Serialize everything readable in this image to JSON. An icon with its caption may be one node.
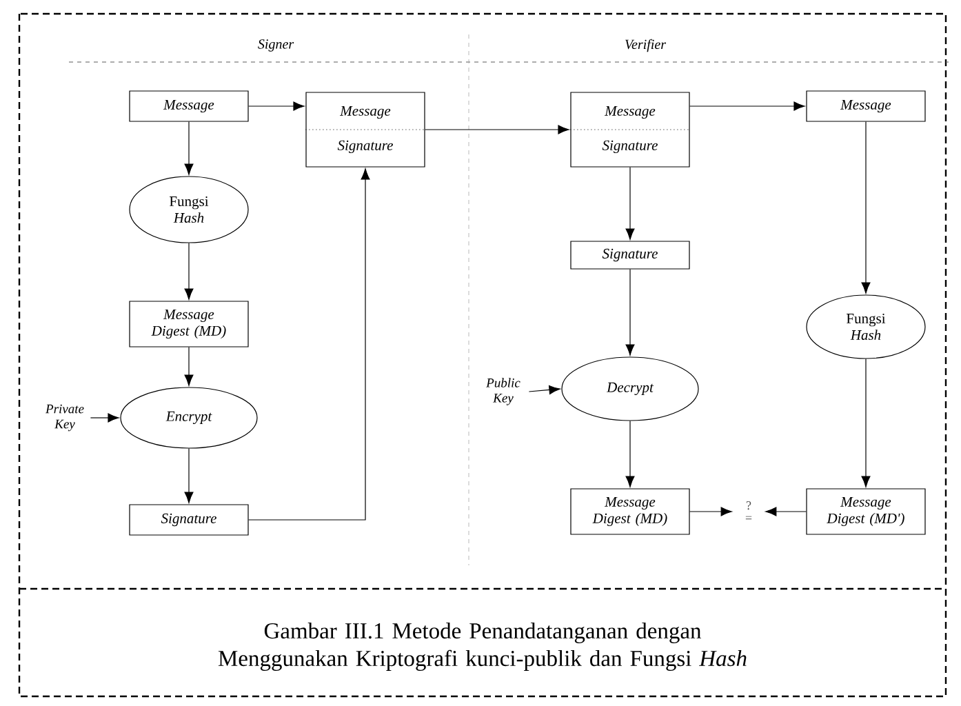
{
  "diagram": {
    "caption": "Gambar III.1 Metode Penandatanganan dengan Menggunakan Kriptografi kunci-publik dan Fungsi *Hash*",
    "nodes": [
      {
        "text": [
          "Message"
        ]
      },
      {
        "text": [
          "Fungsi *Hash*"
        ]
      },
      {
        "text": [
          "Message Digest (MD)"
        ]
      },
      {
        "text": [
          "Private Key"
        ]
      },
      {
        "text": [
          "Encrypt"
        ]
      },
      {
        "text": [
          "Signature"
        ]
      },
      {
        "text": [
          "Message",
          "Signature"
        ]
      },
      {
        "text": [
          "Message",
          "Signature"
        ]
      },
      {
        "text": [
          "Message"
        ]
      },
      {
        "text": [
          "Signature"
        ]
      },
      {
        "text": [
          "Fungsi *Hash*"
        ]
      },
      {
        "text": [
          "Public Key"
        ]
      },
      {
        "text": [
          "Decrypt"
        ]
      },
      {
        "text": [
          "Message Digest (MD)"
        ]
      },
      {
        "text": [
          "Message Digest (MD')"
        ]
      },
      {
        "text": [
          "?",
          "="
        ]
      }
    ],
    "edges": [
      {
        "from": 0,
        "to": 6,
        "arrow": "to"
      },
      {
        "from": 0,
        "to": 1,
        "arrow": "to"
      },
      {
        "from": 1,
        "to": 2,
        "arrow": "to"
      },
      {
        "from": 2,
        "to": 4,
        "arrow": "to"
      },
      {
        "from": 3,
        "to": 4,
        "arrow": "to"
      },
      {
        "from": 4,
        "to": 5,
        "arrow": "to"
      },
      {
        "from": 5,
        "to": 6,
        "arrow": "to"
      },
      {
        "from": 6,
        "to": 7,
        "arrow": "to"
      },
      {
        "from": 7,
        "to": 8,
        "arrow": "to"
      },
      {
        "from": 7,
        "to": 9,
        "arrow": "to"
      },
      {
        "from": 9,
        "to": 12,
        "arrow": "to"
      },
      {
        "from": 11,
        "to": 12,
        "arrow": "to"
      },
      {
        "from": 12,
        "to": 13,
        "arrow": "to"
      },
      {
        "from": 8,
        "to": 10,
        "arrow": "to"
      },
      {
        "from": 10,
        "to": 14,
        "arrow": "to"
      },
      {
        "from": 13,
        "to": 15,
        "arrow": "to"
      },
      {
        "from": 14,
        "to": 15,
        "arrow": "to"
      }
    ],
    "labels": [
      "Signer",
      "Verifier"
    ]
  }
}
